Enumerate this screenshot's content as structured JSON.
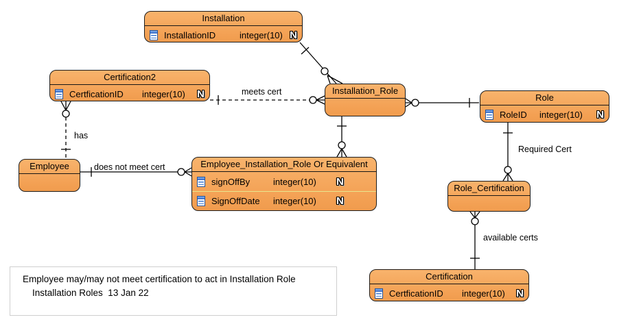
{
  "diagram": {
    "kind": "entity-relationship-diagram",
    "background_color": "#ffffff",
    "entity_fill_color": "#f4a45c",
    "entity_border_color": "#1c1c1c",
    "note_border_color": "#cfcfcf"
  },
  "entities": {
    "installation": {
      "title": "Installation",
      "fields": [
        {
          "name": "InstallationID",
          "type": "integer(10)",
          "badge": "N"
        }
      ]
    },
    "certification2": {
      "title": "Certification2",
      "fields": [
        {
          "name": "CertficationID",
          "type": "integer(10)",
          "badge": "N"
        }
      ]
    },
    "installation_role": {
      "title": "Installation_Role",
      "fields": []
    },
    "role": {
      "title": "Role",
      "fields": [
        {
          "name": "RoleID",
          "type": "integer(10)",
          "badge": "N"
        }
      ]
    },
    "employee": {
      "title": "Employee",
      "fields": []
    },
    "employee_installation_role": {
      "title": "Employee_Installation_Role Or Equivalent",
      "fields": [
        {
          "name": "signOffBy",
          "type": "integer(10)",
          "badge": "N"
        },
        {
          "name": "SignOffDate",
          "type": "integer(10)",
          "badge": "N"
        }
      ]
    },
    "role_certification": {
      "title": "Role_Certification",
      "fields": []
    },
    "certification": {
      "title": "Certification",
      "fields": [
        {
          "name": "CertficationID",
          "type": "integer(10)",
          "badge": "N"
        }
      ]
    }
  },
  "relationships": {
    "installation_to_installation_role": {
      "label": "",
      "line_style": "solid",
      "from_marker": "one",
      "to_marker": "zero-or-many"
    },
    "meets_cert": {
      "label": "meets cert",
      "line_style": "dashed",
      "from_marker": "one",
      "to_marker": "zero-or-many"
    },
    "has": {
      "label": "has",
      "line_style": "dashed",
      "from_marker": "zero-or-many",
      "to_marker": "one"
    },
    "does_not_meet_cert": {
      "label": "does not meet cert",
      "line_style": "solid",
      "from_marker": "one",
      "to_marker": "zero-or-many"
    },
    "installation_role_to_eir": {
      "label": "",
      "line_style": "solid",
      "from_marker": "one",
      "to_marker": "zero-or-many"
    },
    "installation_role_to_role": {
      "label": "",
      "line_style": "solid",
      "from_marker": "zero-or-many",
      "to_marker": "one"
    },
    "required_cert": {
      "label": "Required Cert",
      "line_style": "solid",
      "from_marker": "one",
      "to_marker": "zero-or-many"
    },
    "available_certs": {
      "label": "available certs",
      "line_style": "solid",
      "from_marker": "zero-or-many",
      "to_marker": "one"
    }
  },
  "note": {
    "line1": "Employee may/may not meet certification to act in Installation Role",
    "line2": "Installation Roles  13 Jan 22"
  }
}
